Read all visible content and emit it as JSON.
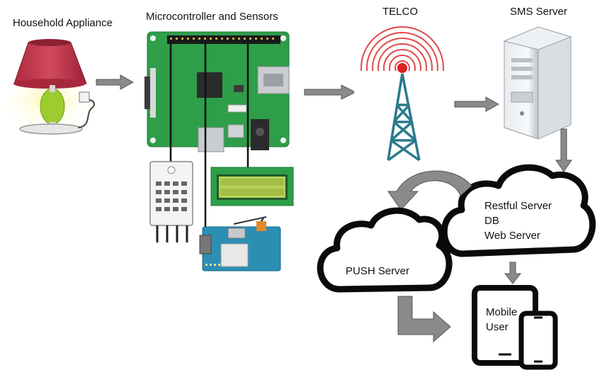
{
  "labels": {
    "household": "Household Appliance",
    "micro": "Microcontroller and Sensors",
    "telco": "TELCO",
    "sms": "SMS Server",
    "push": "PUSH Server",
    "restful_line1": "Restful Server",
    "restful_line2": "DB",
    "restful_line3": "Web Server",
    "mobile_line1": "Mobile",
    "mobile_line2": "User"
  },
  "colors": {
    "arrow": "#8a8a8a",
    "board": "#2e9e48",
    "lamp_shade": "#c8384d",
    "lamp_base": "#9ccc2f",
    "tower": "#2a7a8c",
    "signal": "#e02020",
    "lcd": "#b9d35a",
    "gsm": "#2b8fb3"
  },
  "icons": [
    "lamp-icon",
    "raspberry-pi-board-icon",
    "dht-sensor-icon",
    "lcd-display-icon",
    "gsm-module-icon",
    "cell-tower-icon",
    "server-tower-icon",
    "cloud-icon",
    "tablet-icon",
    "smartphone-icon"
  ]
}
